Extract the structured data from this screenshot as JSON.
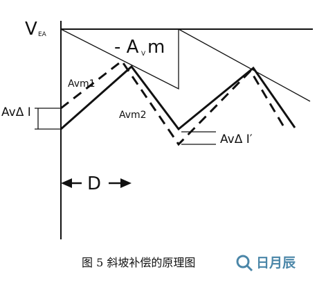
{
  "labels": {
    "vea_main": "V",
    "vea_sub": "EA",
    "neg_avm_a": "- A",
    "neg_avm_sub": "V",
    "neg_avm_b": "m",
    "avm1": "Avm1",
    "avm2": "Avm2",
    "av_delta_i": "AvΔ I",
    "av_delta_i_prime": "AvΔ I′",
    "duty": "D"
  },
  "caption": "图 5    斜坡补偿的原理图",
  "watermark": "日月辰"
}
